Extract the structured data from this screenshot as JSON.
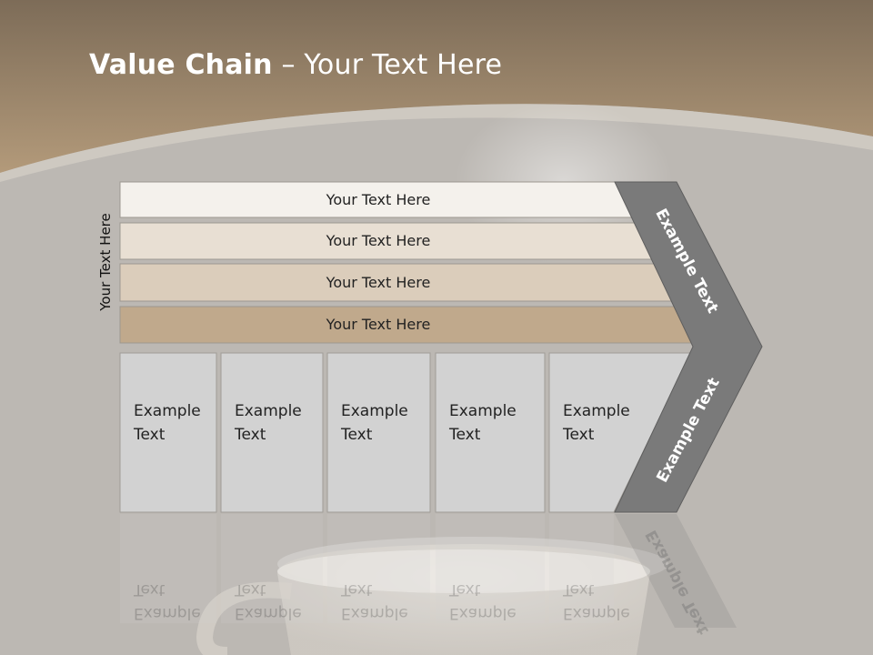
{
  "slide": {
    "title_bold": "Value Chain",
    "title_rest": " – Your Text Here",
    "side_label": "Your Text Here"
  },
  "support_rows": [
    {
      "label": "Your Text Here",
      "fill": "#f4f1ec"
    },
    {
      "label": "Your Text Here",
      "fill": "#e8dfd3"
    },
    {
      "label": "Your Text Here",
      "fill": "#dbcdbb"
    },
    {
      "label": "Your Text Here",
      "fill": "#c0a98c"
    }
  ],
  "primary_boxes": [
    {
      "text": "Example\nText"
    },
    {
      "text": "Example\nText"
    },
    {
      "text": "Example\nText"
    },
    {
      "text": "Example\nText"
    },
    {
      "text": "Example\nText"
    }
  ],
  "chevron": {
    "top_label": "Example Text",
    "bottom_label": "Example Text",
    "fill": "#7a7a7a"
  },
  "colors": {
    "header_brown": "#a8906f",
    "background_gray": "#bcb8b3",
    "box_fill": "#d2d2d2"
  }
}
